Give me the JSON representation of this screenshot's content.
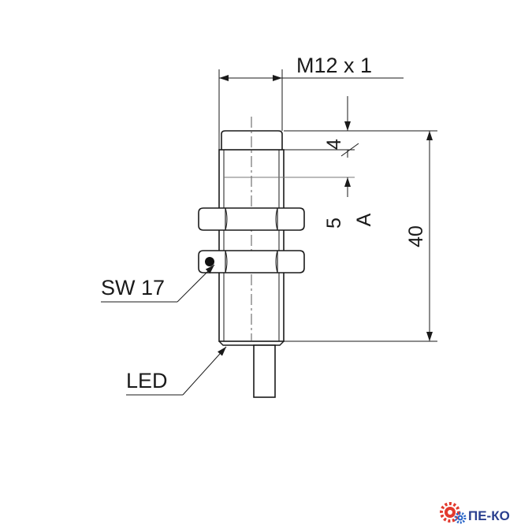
{
  "diagram": {
    "labels": {
      "thread": "M12 x 1",
      "dim_4": "4",
      "dim_5": "5",
      "dim_a": "A",
      "dim_40": "40",
      "wrench": "SW 17",
      "led": "LED"
    }
  },
  "logo": {
    "text": "ПЕ-КО",
    "colors": {
      "gear_red": "#e23a2e",
      "gear_blue": "#2a66c9",
      "text": "#2a3f8f"
    }
  }
}
